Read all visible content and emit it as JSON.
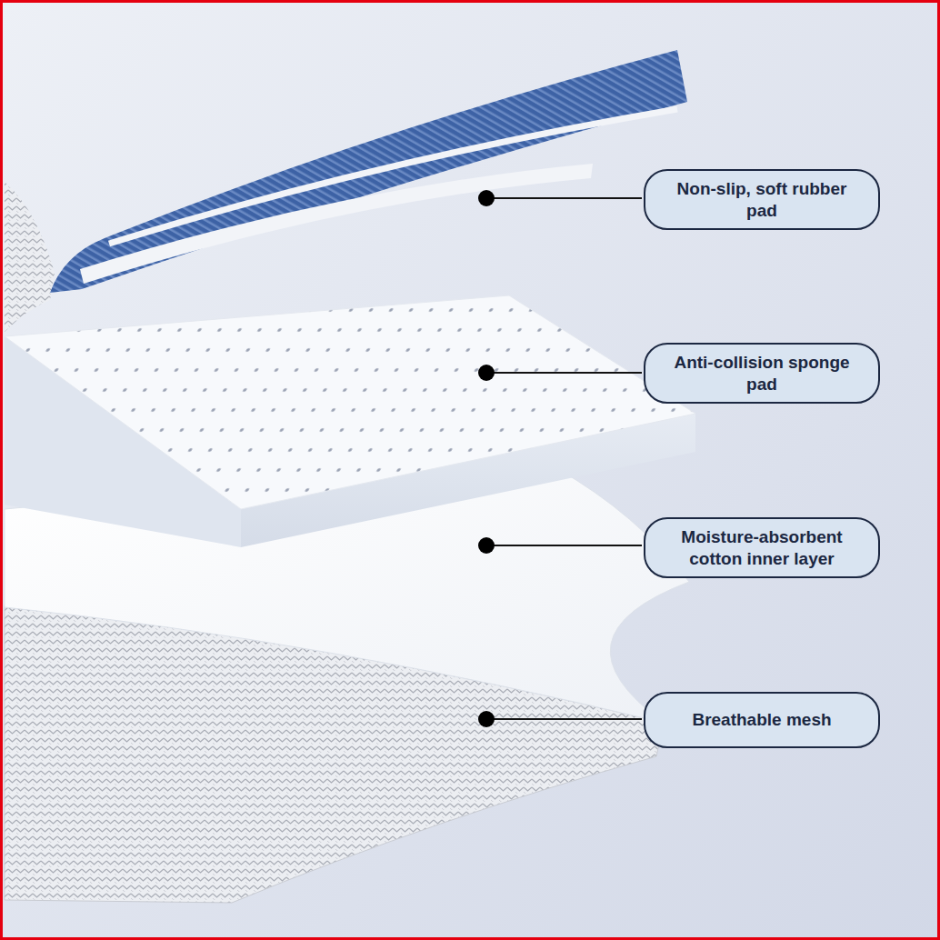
{
  "diagram": {
    "nodes": [
      {
        "text": [
          "Non-slip, soft rubber pad"
        ]
      },
      {
        "text": [
          "Anti-collision sponge pad"
        ]
      },
      {
        "text": [
          "Moisture-absorbent cotton inner layer"
        ]
      },
      {
        "text": [
          "Breathable mesh"
        ]
      }
    ]
  }
}
